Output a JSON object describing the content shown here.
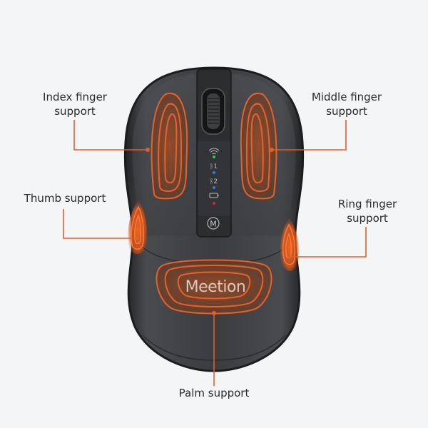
{
  "product": {
    "brand_logo": "Meetion",
    "indicators": [
      {
        "icon": "wifi-icon",
        "led_color": "#2fd04a"
      },
      {
        "icon": "bluetooth-1-icon",
        "text": "1",
        "led_color": "#2f7df0"
      },
      {
        "icon": "bluetooth-2-icon",
        "text": "2",
        "led_color": "#2f7df0"
      },
      {
        "icon": "battery-icon",
        "led_color": "#e8262a"
      }
    ],
    "mode_button": "M"
  },
  "callouts": {
    "index": {
      "line1": "Index finger",
      "line2": "support"
    },
    "middle": {
      "line1": "Middle finger",
      "line2": "support"
    },
    "thumb": {
      "line1": "Thumb support"
    },
    "ring": {
      "line1": "Ring finger",
      "line2": "support"
    },
    "palm": {
      "line1": "Palm support"
    }
  },
  "colors": {
    "accent": "#e8612a",
    "background": "#f4f5f7",
    "mouse_body": "#3a3b3d",
    "text": "#2a2a2a"
  }
}
